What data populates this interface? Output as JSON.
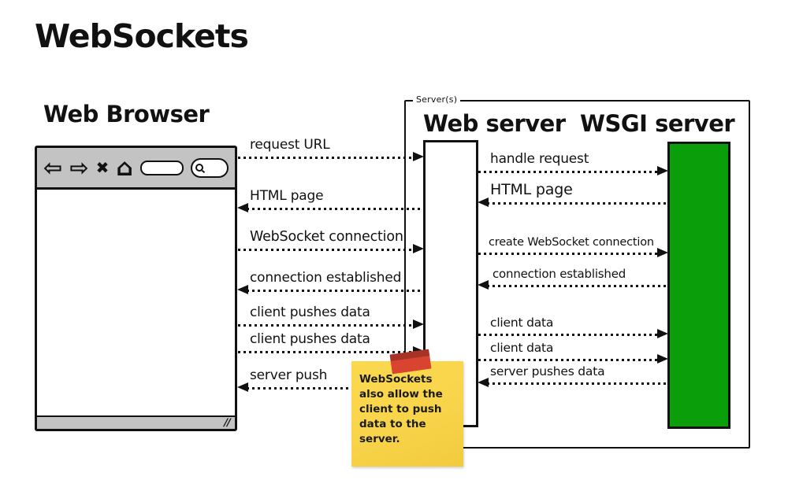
{
  "title": "WebSockets",
  "browser": {
    "label": "Web Browser",
    "toolbar": {
      "back_glyph": "⇦",
      "forward_glyph": "⇨",
      "stop_glyph": "✖",
      "home_glyph": "⌂"
    },
    "resize_glyph": "//"
  },
  "servers": {
    "box_label": "Server(s)",
    "web_server_label": "Web server",
    "wsgi_server_label": "WSGI server"
  },
  "flows": {
    "browser_web": [
      {
        "label": "request URL",
        "direction": "right"
      },
      {
        "label": "HTML page",
        "direction": "left"
      },
      {
        "label": "WebSocket connection",
        "direction": "right"
      },
      {
        "label": "connection established",
        "direction": "left"
      },
      {
        "label": "client pushes data",
        "direction": "right"
      },
      {
        "label": "client pushes data",
        "direction": "right"
      },
      {
        "label": "server push",
        "direction": "left"
      }
    ],
    "web_wsgi": [
      {
        "label": "handle request",
        "direction": "right"
      },
      {
        "label": "HTML page",
        "direction": "left"
      },
      {
        "label": "create WebSocket connection",
        "direction": "right"
      },
      {
        "label": "connection established",
        "direction": "left"
      },
      {
        "label": "client data",
        "direction": "right"
      },
      {
        "label": "client data",
        "direction": "right"
      },
      {
        "label": "server pushes data",
        "direction": "left"
      }
    ]
  },
  "sticky_note": {
    "lines": [
      "WebSockets",
      "also allow the",
      "client to push",
      "data to the",
      "server."
    ],
    "full_text": "WebSockets also allow the client to push data to the server."
  },
  "colors": {
    "wsgi_green": "#0a9e0a",
    "toolbar_gray": "#c3c3c3",
    "note_yellow": "#f8d44a",
    "tape_red": "#d8442f",
    "ink": "#111111"
  }
}
